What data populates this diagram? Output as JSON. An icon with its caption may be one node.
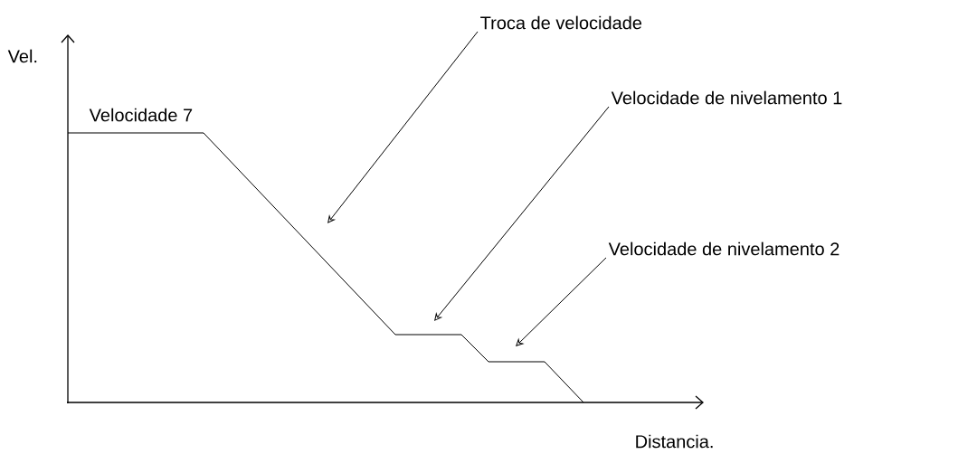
{
  "diagram": {
    "nodes": [
      {
        "text": [
          "Troca de velocidade"
        ]
      },
      {
        "text": [
          "Velocidade de nivelamento 1"
        ]
      },
      {
        "text": [
          "Velocidade de nivelamento 2"
        ]
      }
    ],
    "edges": [
      {
        "from": 0,
        "to": null,
        "arrow": "to"
      },
      {
        "from": 1,
        "to": null,
        "arrow": "to"
      },
      {
        "from": 2,
        "to": null,
        "arrow": "to"
      }
    ],
    "labels": [
      "Vel.",
      "Velocidade 7",
      "Distancia."
    ]
  }
}
